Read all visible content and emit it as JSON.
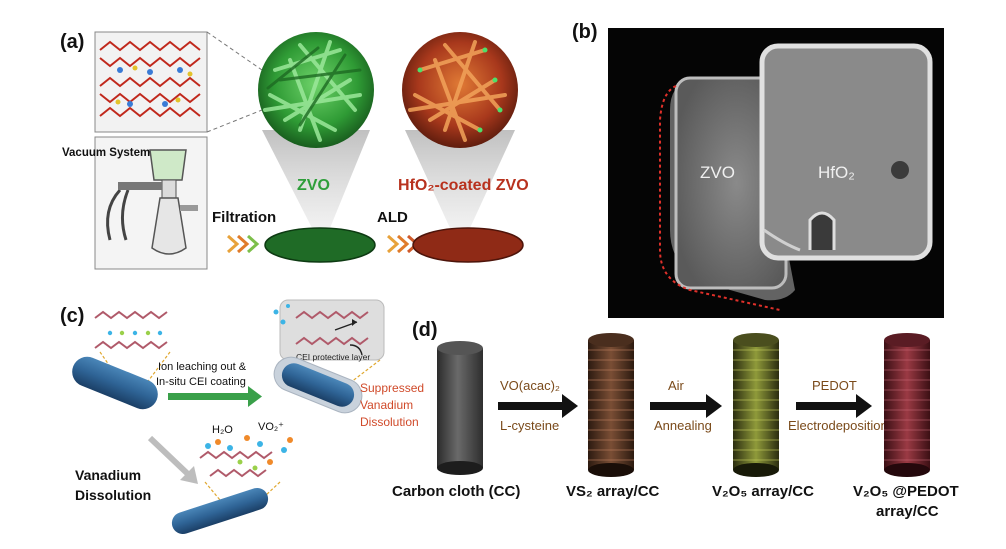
{
  "panel_a": {
    "label": "(a)",
    "vacuum_system": "Vacuum System",
    "zvo": "ZVO",
    "hfo2_coated": "HfO₂-coated ZVO",
    "filtration": "Filtration",
    "ald": "ALD",
    "colors": {
      "green": "#2e9e3a",
      "red": "#b8321e"
    }
  },
  "panel_b": {
    "label": "(b)",
    "zvo": "ZVO",
    "hfo2": "HfO₂"
  },
  "panel_c": {
    "label": "(c)",
    "ion_leaching_1": "Ion leaching out &",
    "ion_leaching_2": "In-situ CEI coating",
    "cei_layer": "CEI protective layer",
    "suppressed_1": "Suppressed",
    "suppressed_2": "Vanadium",
    "suppressed_3": "Dissolution",
    "h2o": "H₂O",
    "vo2": "VO₂⁺",
    "vanadium_1": "Vanadium",
    "vanadium_2": "Dissolution"
  },
  "panel_d": {
    "label": "(d)",
    "carbon_cloth": "Carbon cloth (CC)",
    "step1_top": "VO(acac)₂",
    "step1_bottom": "L-cysteine",
    "vs2": "VS₂ array/CC",
    "step2_top": "Air",
    "step2_bottom": "Annealing",
    "v2o5": "V₂O₅ array/CC",
    "step3_top": "PEDOT",
    "step3_bottom": "Electrodeposition",
    "v2o5_pedot_1": "V₂O₅ @PEDOT",
    "v2o5_pedot_2": "array/CC",
    "colors": {
      "step_text": "#7a4a1a"
    }
  }
}
